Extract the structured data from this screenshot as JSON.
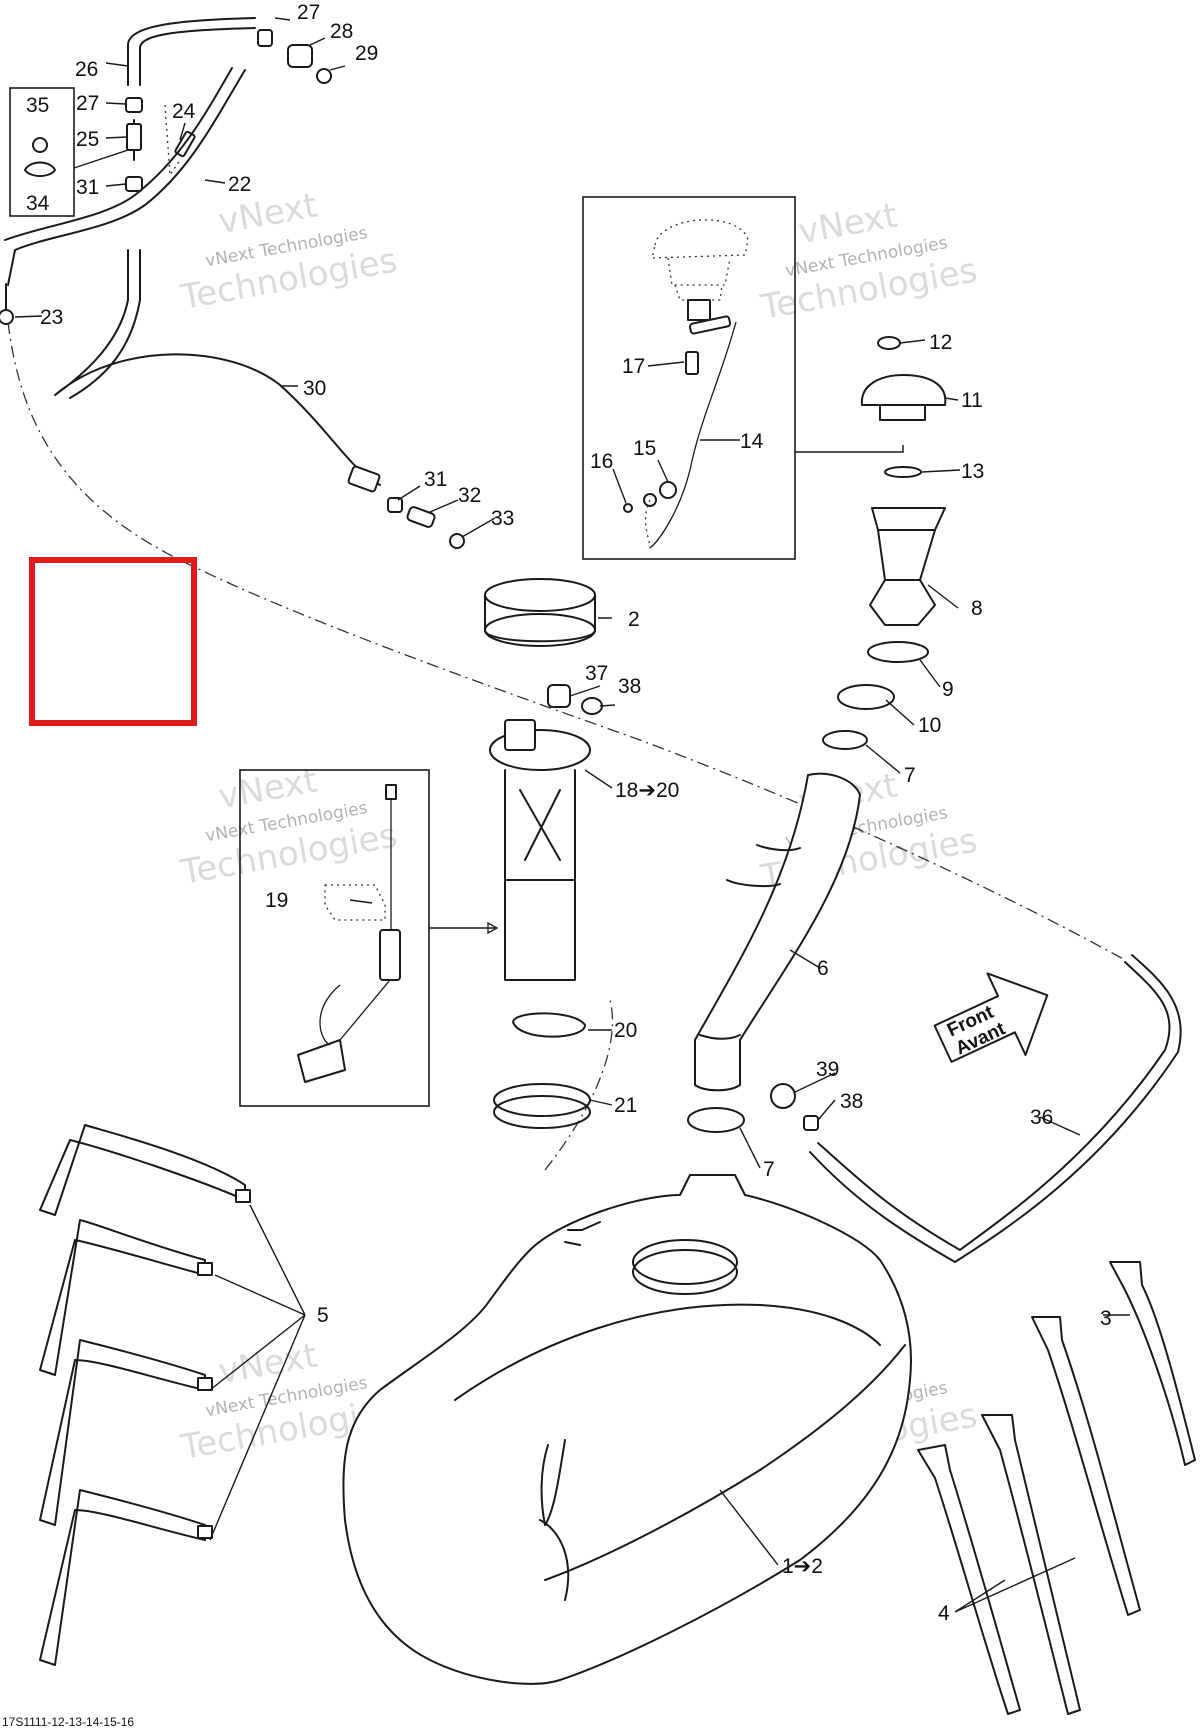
{
  "drawing": {
    "footer_ref": "17S1111-12-13-14-15-16",
    "highlight_color": "#e01b1b",
    "watermark": {
      "brand_top": "vNext",
      "line_small": "vNext Technologies",
      "line_big": "Technologies"
    },
    "direction_arrow": {
      "line1": "Front",
      "line2": "Avant"
    }
  },
  "callouts": {
    "c1": "1➔2",
    "c2": "2",
    "c3": "3",
    "c4": "4",
    "c5": "5",
    "c6": "6",
    "c7a": "7",
    "c7b": "7",
    "c8": "8",
    "c9": "9",
    "c10": "10",
    "c11": "11",
    "c12": "12",
    "c13": "13",
    "c14": "14",
    "c15": "15",
    "c16": "16",
    "c17": "17",
    "c18": "18➔20",
    "c19": "19",
    "c20": "20",
    "c21": "21",
    "c22": "22",
    "c23": "23",
    "c24": "24",
    "c25": "25",
    "c26": "26",
    "c27a": "27",
    "c27b": "27",
    "c28": "28",
    "c29": "29",
    "c30": "30",
    "c31a": "31",
    "c31b": "31",
    "c32": "32",
    "c33": "33",
    "c34": "34",
    "c35": "35",
    "c36": "36",
    "c37": "37",
    "c38a": "38",
    "c38b": "38",
    "c39": "39"
  }
}
